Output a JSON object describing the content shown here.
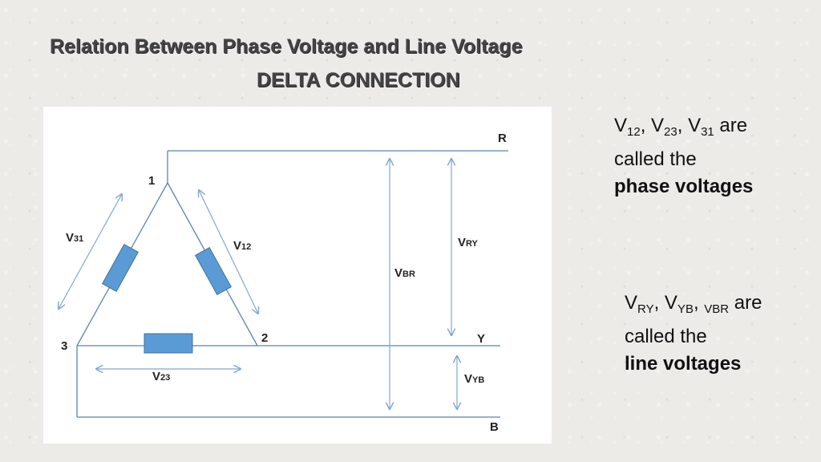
{
  "header": {
    "title": "Relation Between Phase Voltage and Line Voltage",
    "subtitle": "DELTA CONNECTION"
  },
  "diagram": {
    "node_labels": {
      "n1": "1",
      "n2": "2",
      "n3": "3"
    },
    "line_labels": {
      "r": "R",
      "y": "Y",
      "b": "B"
    },
    "phase_labels": {
      "v31": {
        "main": "V",
        "sub": "31"
      },
      "v12": {
        "main": "V",
        "sub": "12"
      },
      "v23": {
        "main": "V",
        "sub": "23"
      }
    },
    "line_voltage_labels": {
      "vbr": {
        "main": "V",
        "sub": "BR"
      },
      "vry": {
        "main": "V",
        "sub": "RY"
      },
      "vyb": {
        "main": "V",
        "sub": "YB"
      }
    },
    "colors": {
      "wire": "#5b84b1",
      "resistor_fill": "#5b9bd5",
      "resistor_stroke": "#41719c",
      "arrow": "#7fa8d0"
    }
  },
  "notes": {
    "phase": {
      "v": "V",
      "s12": "12",
      "comma1": ", V",
      "s23": "23",
      "comma2": ", V",
      "s31": "31",
      "are": " are",
      "line2": "called the",
      "line3": "phase voltages"
    },
    "line": {
      "v": "V",
      "sry": "RY",
      "comma1": ", V",
      "syb": "YB",
      "comma2": ", ",
      "svbr": "VBR",
      "are": " are",
      "line2": "called the",
      "line3": "line voltages"
    }
  }
}
